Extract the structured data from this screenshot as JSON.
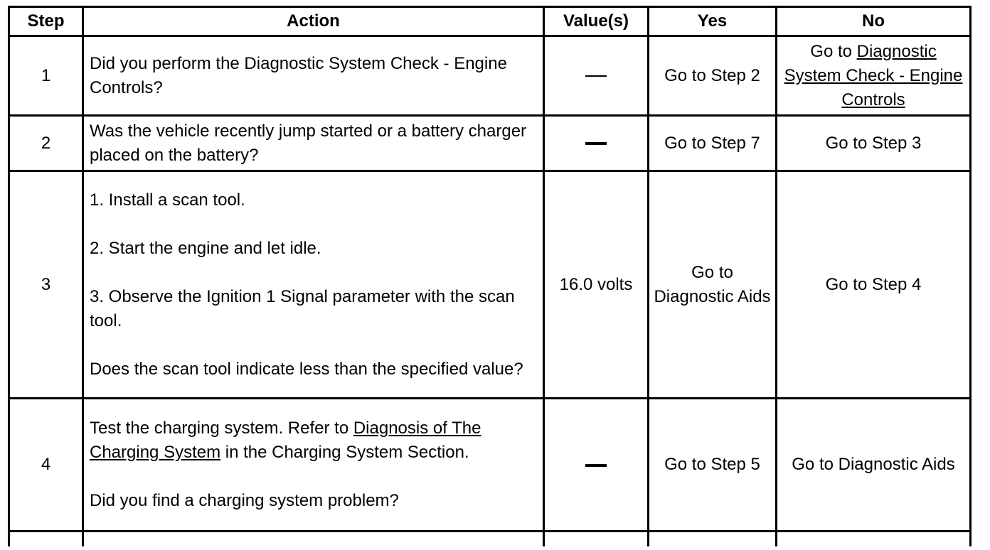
{
  "header": {
    "step": "Step",
    "action": "Action",
    "values": "Value(s)",
    "yes": "Yes",
    "no": "No"
  },
  "rows": [
    {
      "step": "1",
      "action": "Did you perform the Diagnostic System Check - Engine Controls?",
      "value_dash": "—",
      "yes": "Go to Step 2",
      "no_prefix": "Go to ",
      "no_link": "Diagnostic System Check - Engine Controls"
    },
    {
      "step": "2",
      "action": "Was the vehicle recently jump started or a battery charger placed on the battery?",
      "value_dash": "—",
      "yes": "Go to Step 7",
      "no": "Go to Step 3"
    },
    {
      "step": "3",
      "action_items": [
        "1. Install a scan tool.",
        "2. Start the engine and let idle.",
        "3. Observe the Ignition 1 Signal parameter with the scan tool.",
        "Does the scan tool indicate less than the specified value?"
      ],
      "value": "16.0 volts",
      "yes": "Go to Diagnostic Aids",
      "no": "Go to Step 4"
    },
    {
      "step": "4",
      "action_prefix": "Test the charging system. Refer to ",
      "action_link": "Diagnosis of The Charging System",
      "action_suffix": " in the Charging System Section.",
      "action_question": "Did you find a charging system problem?",
      "value_dash": "—",
      "yes": "Go to Step 5",
      "no": "Go to Diagnostic Aids"
    }
  ]
}
